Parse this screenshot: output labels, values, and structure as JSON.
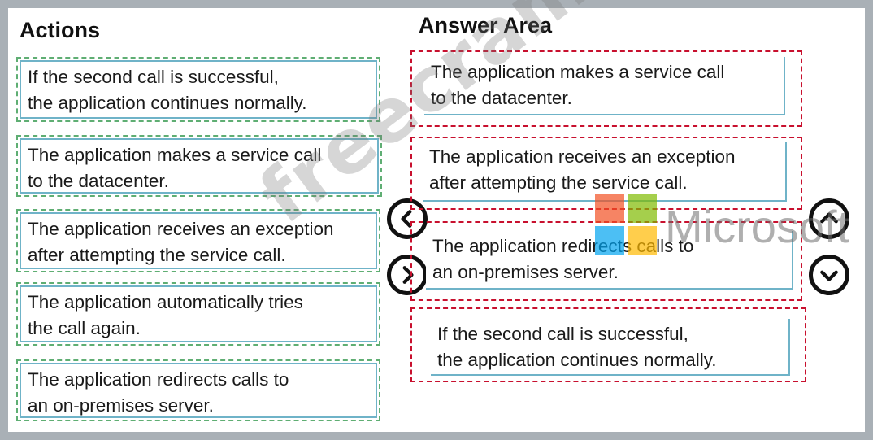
{
  "actions": {
    "title": "Actions",
    "items": [
      {
        "line1": "If the second call is successful,",
        "line2": "the application continues normally."
      },
      {
        "line1": "The application makes a service call",
        "line2": "to the datacenter."
      },
      {
        "line1": "The application receives an exception",
        "line2": "after attempting the service call."
      },
      {
        "line1": "The application automatically tries",
        "line2": "the call again."
      },
      {
        "line1": "The application redirects calls to",
        "line2": "an on-premises server."
      }
    ]
  },
  "answer": {
    "title": "Answer Area",
    "items": [
      {
        "line1": "The application makes a service call",
        "line2": "to the datacenter."
      },
      {
        "line1": "The application receives an exception",
        "line2": "after attempting the service call."
      },
      {
        "line1": "The application redirects calls to",
        "line2": "an on-premises server."
      },
      {
        "line1": "If the second call is successful,",
        "line2": "the application continues normally."
      }
    ]
  },
  "controls": {
    "move_left": "left-arrow-icon",
    "move_right": "right-arrow-icon",
    "move_up": "up-arrow-icon",
    "move_down": "down-arrow-icon"
  },
  "watermark": {
    "site": "freecram.net",
    "brand": "Microsoft"
  },
  "colors": {
    "accent_border": "#6fb3c8",
    "actions_dash": "#5fae73",
    "answer_dash": "#c8102e",
    "ms_red": "#f25022",
    "ms_green": "#7fba00",
    "ms_blue": "#00a4ef",
    "ms_yellow": "#ffb900"
  }
}
